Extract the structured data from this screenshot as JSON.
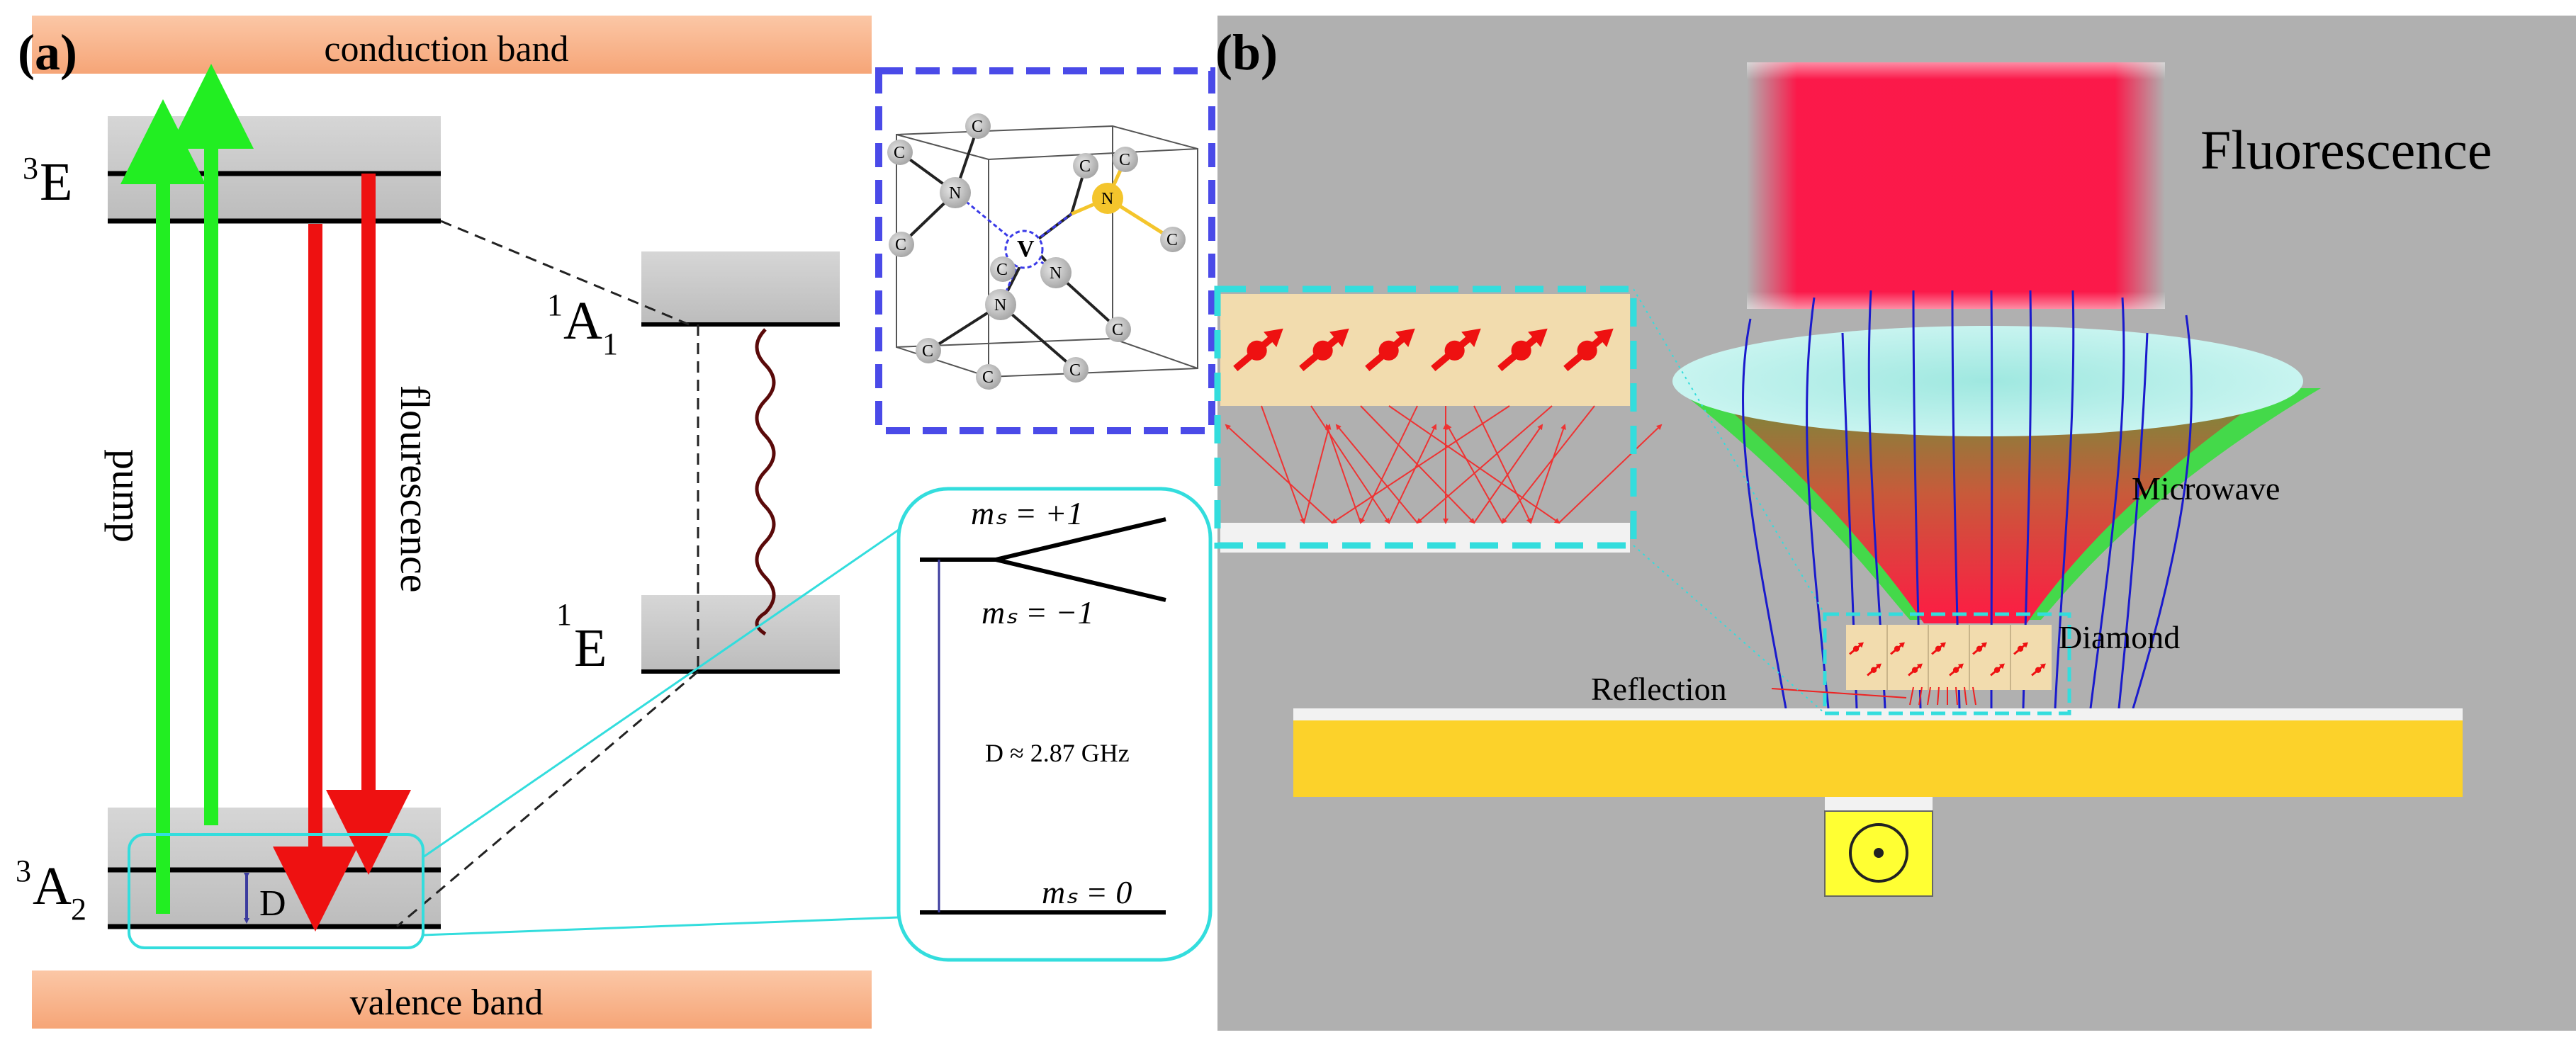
{
  "panel_a": {
    "panel_label": "(a)",
    "conduction_band": "conduction band",
    "valence_band": "valence band",
    "state_3E_sup": "3",
    "state_3E": "E",
    "state_3A2_sup": "3",
    "state_3A2": "A",
    "state_3A2_sub": "2",
    "state_1A1_sup": "1",
    "state_1A1": "A",
    "state_1A1_sub": "1",
    "state_1E_sup": "1",
    "state_1E": "E",
    "pump": "pump",
    "flourescence": "flourescence",
    "D_label": "D",
    "lattice_atoms": [
      "C",
      "C",
      "C",
      "C",
      "C",
      "C",
      "C",
      "C",
      "C",
      "C",
      "C",
      "N",
      "N",
      "N",
      "N",
      "V"
    ],
    "zoom": {
      "ms_plus": "mₛ = +1",
      "ms_minus": "mₛ = −1",
      "ms_zero": "mₛ = 0",
      "splitting": "D ≈ 2.87 GHz"
    }
  },
  "panel_b": {
    "panel_label": "(b)",
    "fluorescence": "Fluorescence",
    "microwave": "Microwave",
    "diamond": "Diamond",
    "reflection": "Reflection"
  },
  "colors": {
    "pump": "#22ee22",
    "fluorescence_arrow": "#ee1111",
    "band": "#f7b48d",
    "cyan_outline": "#33dddd",
    "dashed_blue": "#4a4ae8",
    "gray_bg": "#b0b0b0",
    "gold": "#fcd22a",
    "laser_red": "#ff1144",
    "microwave_blue": "#1a1acc",
    "zoom_text": "#3b3b9e",
    "nitrogen_yellow": "#f4c52c"
  }
}
